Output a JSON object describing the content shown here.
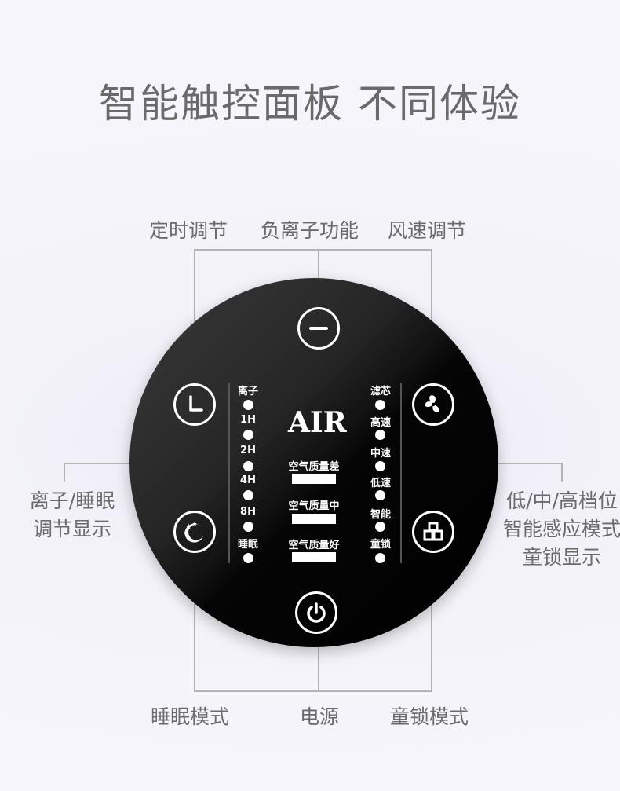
{
  "headline": "智能触控面板 不同体验",
  "callouts": {
    "timer": "定时调节",
    "ion": "负离子功能",
    "fan_speed": "风速调节",
    "ion_sleep_display": [
      "离子/睡眠",
      "调节显示"
    ],
    "speed_modes_display": [
      "低/中/高档位",
      "智能感应模式",
      "童锁显示"
    ],
    "sleep_mode": "睡眠模式",
    "power": "电源",
    "child_lock_mode": "童锁模式"
  },
  "panel": {
    "brand": "AIR",
    "left_indicators": [
      "离子",
      "1H",
      "2H",
      "4H",
      "8H",
      "睡眠"
    ],
    "right_indicators": [
      "滤芯",
      "高速",
      "中速",
      "低速",
      "智能",
      "童锁"
    ],
    "air_quality": [
      "空气质量差",
      "空气质量中",
      "空气质量好"
    ]
  },
  "colors": {
    "panel": "#000000",
    "line": "#b3b3b3",
    "text": "#6b6b6b",
    "indicator": "#ffffff"
  },
  "icons": [
    "timer-clock-icon",
    "minus-icon",
    "fan-icon",
    "sleep-moon-icon",
    "child-lock-icon",
    "power-icon"
  ]
}
